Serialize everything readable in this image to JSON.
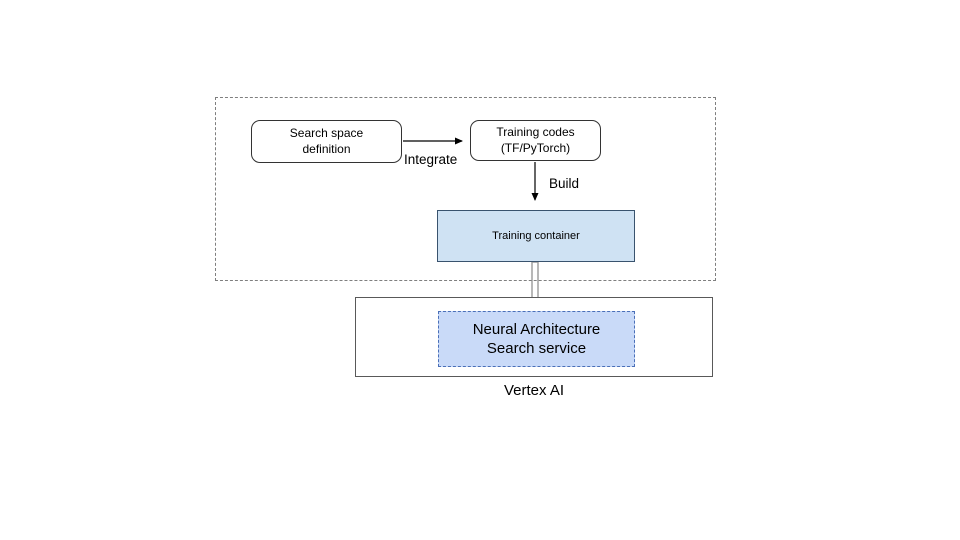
{
  "diagram": {
    "boxes": {
      "search_space": {
        "label": "Search space\ndefinition"
      },
      "training_codes": {
        "label": "Training codes\n(TF/PyTorch)"
      },
      "training_container": {
        "label": "Training container"
      },
      "nas_service": {
        "label": "Neural Architecture\nSearch service"
      }
    },
    "labels": {
      "integrate": "Integrate",
      "build": "Build",
      "vertex_ai": "Vertex AI"
    },
    "colors": {
      "training_container_fill": "#cfe2f3",
      "nas_service_fill": "#c9daf8",
      "nas_service_border": "#4a6fb8",
      "dashed_region_border": "#7f7f7f",
      "arrow_color": "#000000",
      "thick_arrow_outline": "#9a9a9a"
    }
  }
}
